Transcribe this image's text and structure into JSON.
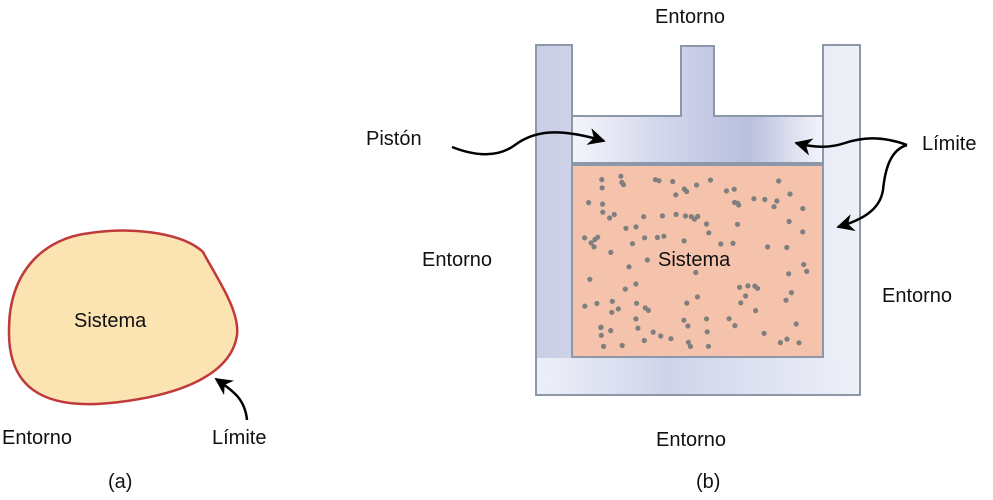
{
  "diagram_a": {
    "system_label": "Sistema",
    "surroundings_label": "Entorno",
    "boundary_label": "Límite",
    "caption": "(a)",
    "colors": {
      "system_fill": "#fbe3b2",
      "boundary_stroke": "#c0393b"
    }
  },
  "diagram_b": {
    "system_label": "Sistema",
    "piston_label": "Pistón",
    "boundary_label": "Límite",
    "surroundings_top": "Entorno",
    "surroundings_left": "Entorno",
    "surroundings_right": "Entorno",
    "surroundings_bottom": "Entorno",
    "caption": "(b)",
    "colors": {
      "cylinder_fill": "#d6daee",
      "cylinder_stroke": "#8d97aa",
      "gas_fill": "#f5c3ac",
      "particle": "#7f7f7f"
    }
  }
}
